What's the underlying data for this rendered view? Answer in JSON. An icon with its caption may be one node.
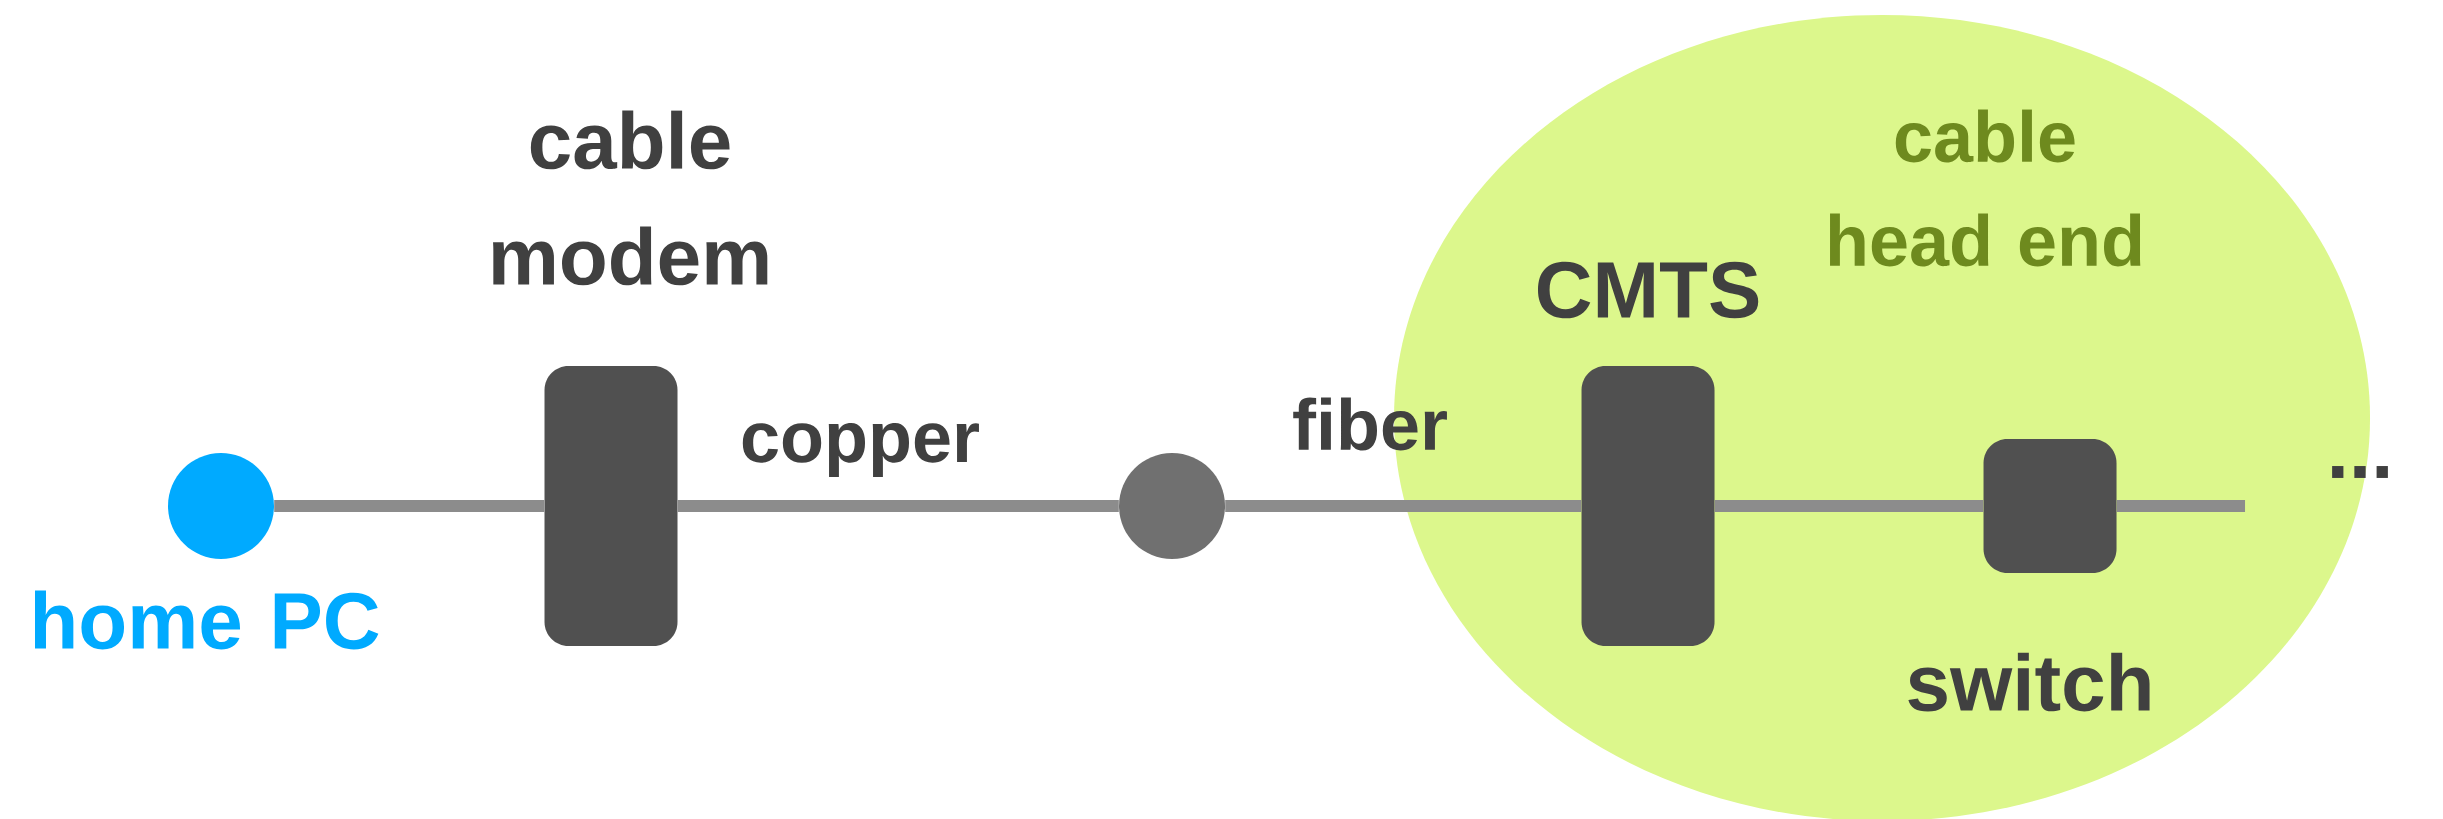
{
  "diagram": {
    "nodes": [
      {
        "text": [
          "home PC"
        ]
      },
      {
        "text": [
          "cable modem"
        ]
      },
      {
        "text": [],
        "shape": "circle"
      },
      {
        "text": [
          "cable head end"
        ]
      },
      {
        "text": [
          "CMTS"
        ],
        "in": 3
      },
      {
        "text": [
          "switch"
        ],
        "in": 3
      }
    ],
    "edges": [
      {
        "from": 0,
        "to": 1,
        "arrow": "none"
      },
      {
        "from": 1,
        "to": 2,
        "arrow": "none",
        "label": "copper"
      },
      {
        "from": 2,
        "to": 4,
        "arrow": "none",
        "label": "fiber"
      },
      {
        "from": 4,
        "to": 5,
        "arrow": "none"
      },
      {
        "from": 5,
        "to": null,
        "arrow": "none"
      }
    ],
    "labels": [
      "..."
    ]
  }
}
